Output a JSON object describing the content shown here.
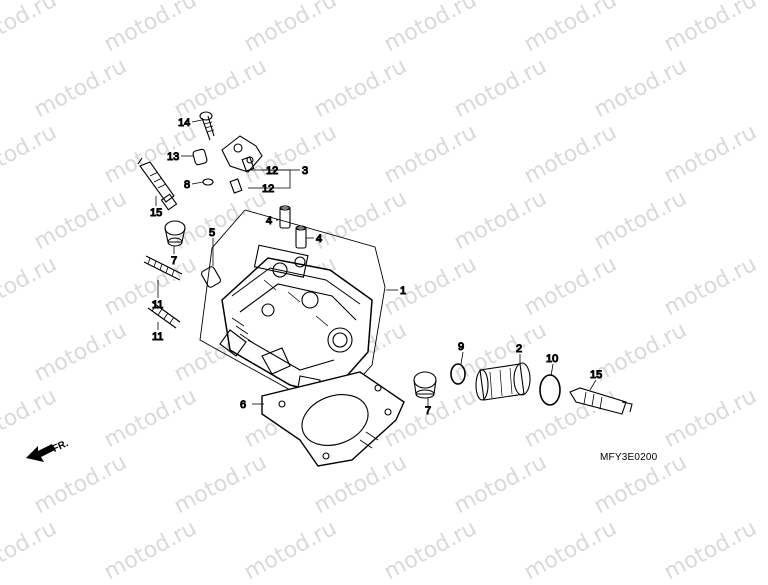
{
  "watermark": "motod.ru",
  "diagram_code": "MFY3E0200",
  "front_marker": "FR.",
  "callouts": {
    "c14": "14",
    "c13": "13",
    "c8": "8",
    "c12a": "12",
    "c12b": "12",
    "c3": "3",
    "c15a": "15",
    "c7a": "7",
    "c11a": "11",
    "c11b": "11",
    "c4a": "4",
    "c4b": "4",
    "c5": "5",
    "c1": "1",
    "c9": "9",
    "c2": "2",
    "c10": "10",
    "c15b": "15",
    "c7b": "7",
    "c6": "6"
  }
}
